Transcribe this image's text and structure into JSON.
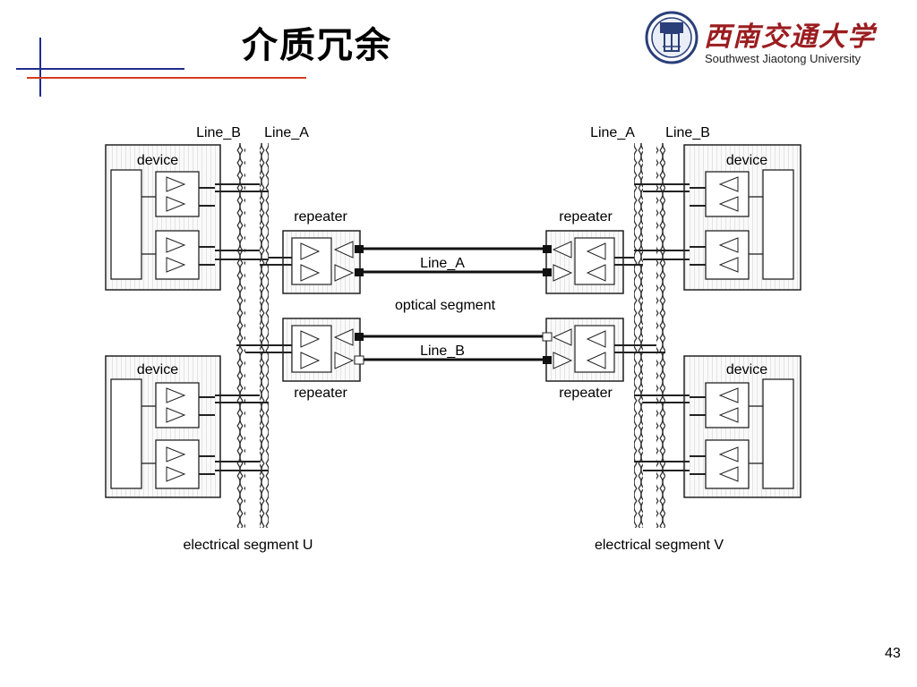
{
  "slide": {
    "title": "介质冗余",
    "page_number": "43"
  },
  "logo": {
    "chinese_name": "西南交通大学",
    "english_name": "Southwest Jiaotong University"
  },
  "diagram": {
    "line_b_left": "Line_B",
    "line_a_left": "Line_A",
    "line_a_right": "Line_A",
    "line_b_right": "Line_B",
    "device_label": "device",
    "repeater_label": "repeater",
    "optical_line_a": "Line_A",
    "optical_line_b": "Line_B",
    "optical_segment": "optical segment",
    "segment_u": "electrical segment U",
    "segment_v": "electrical segment V"
  }
}
